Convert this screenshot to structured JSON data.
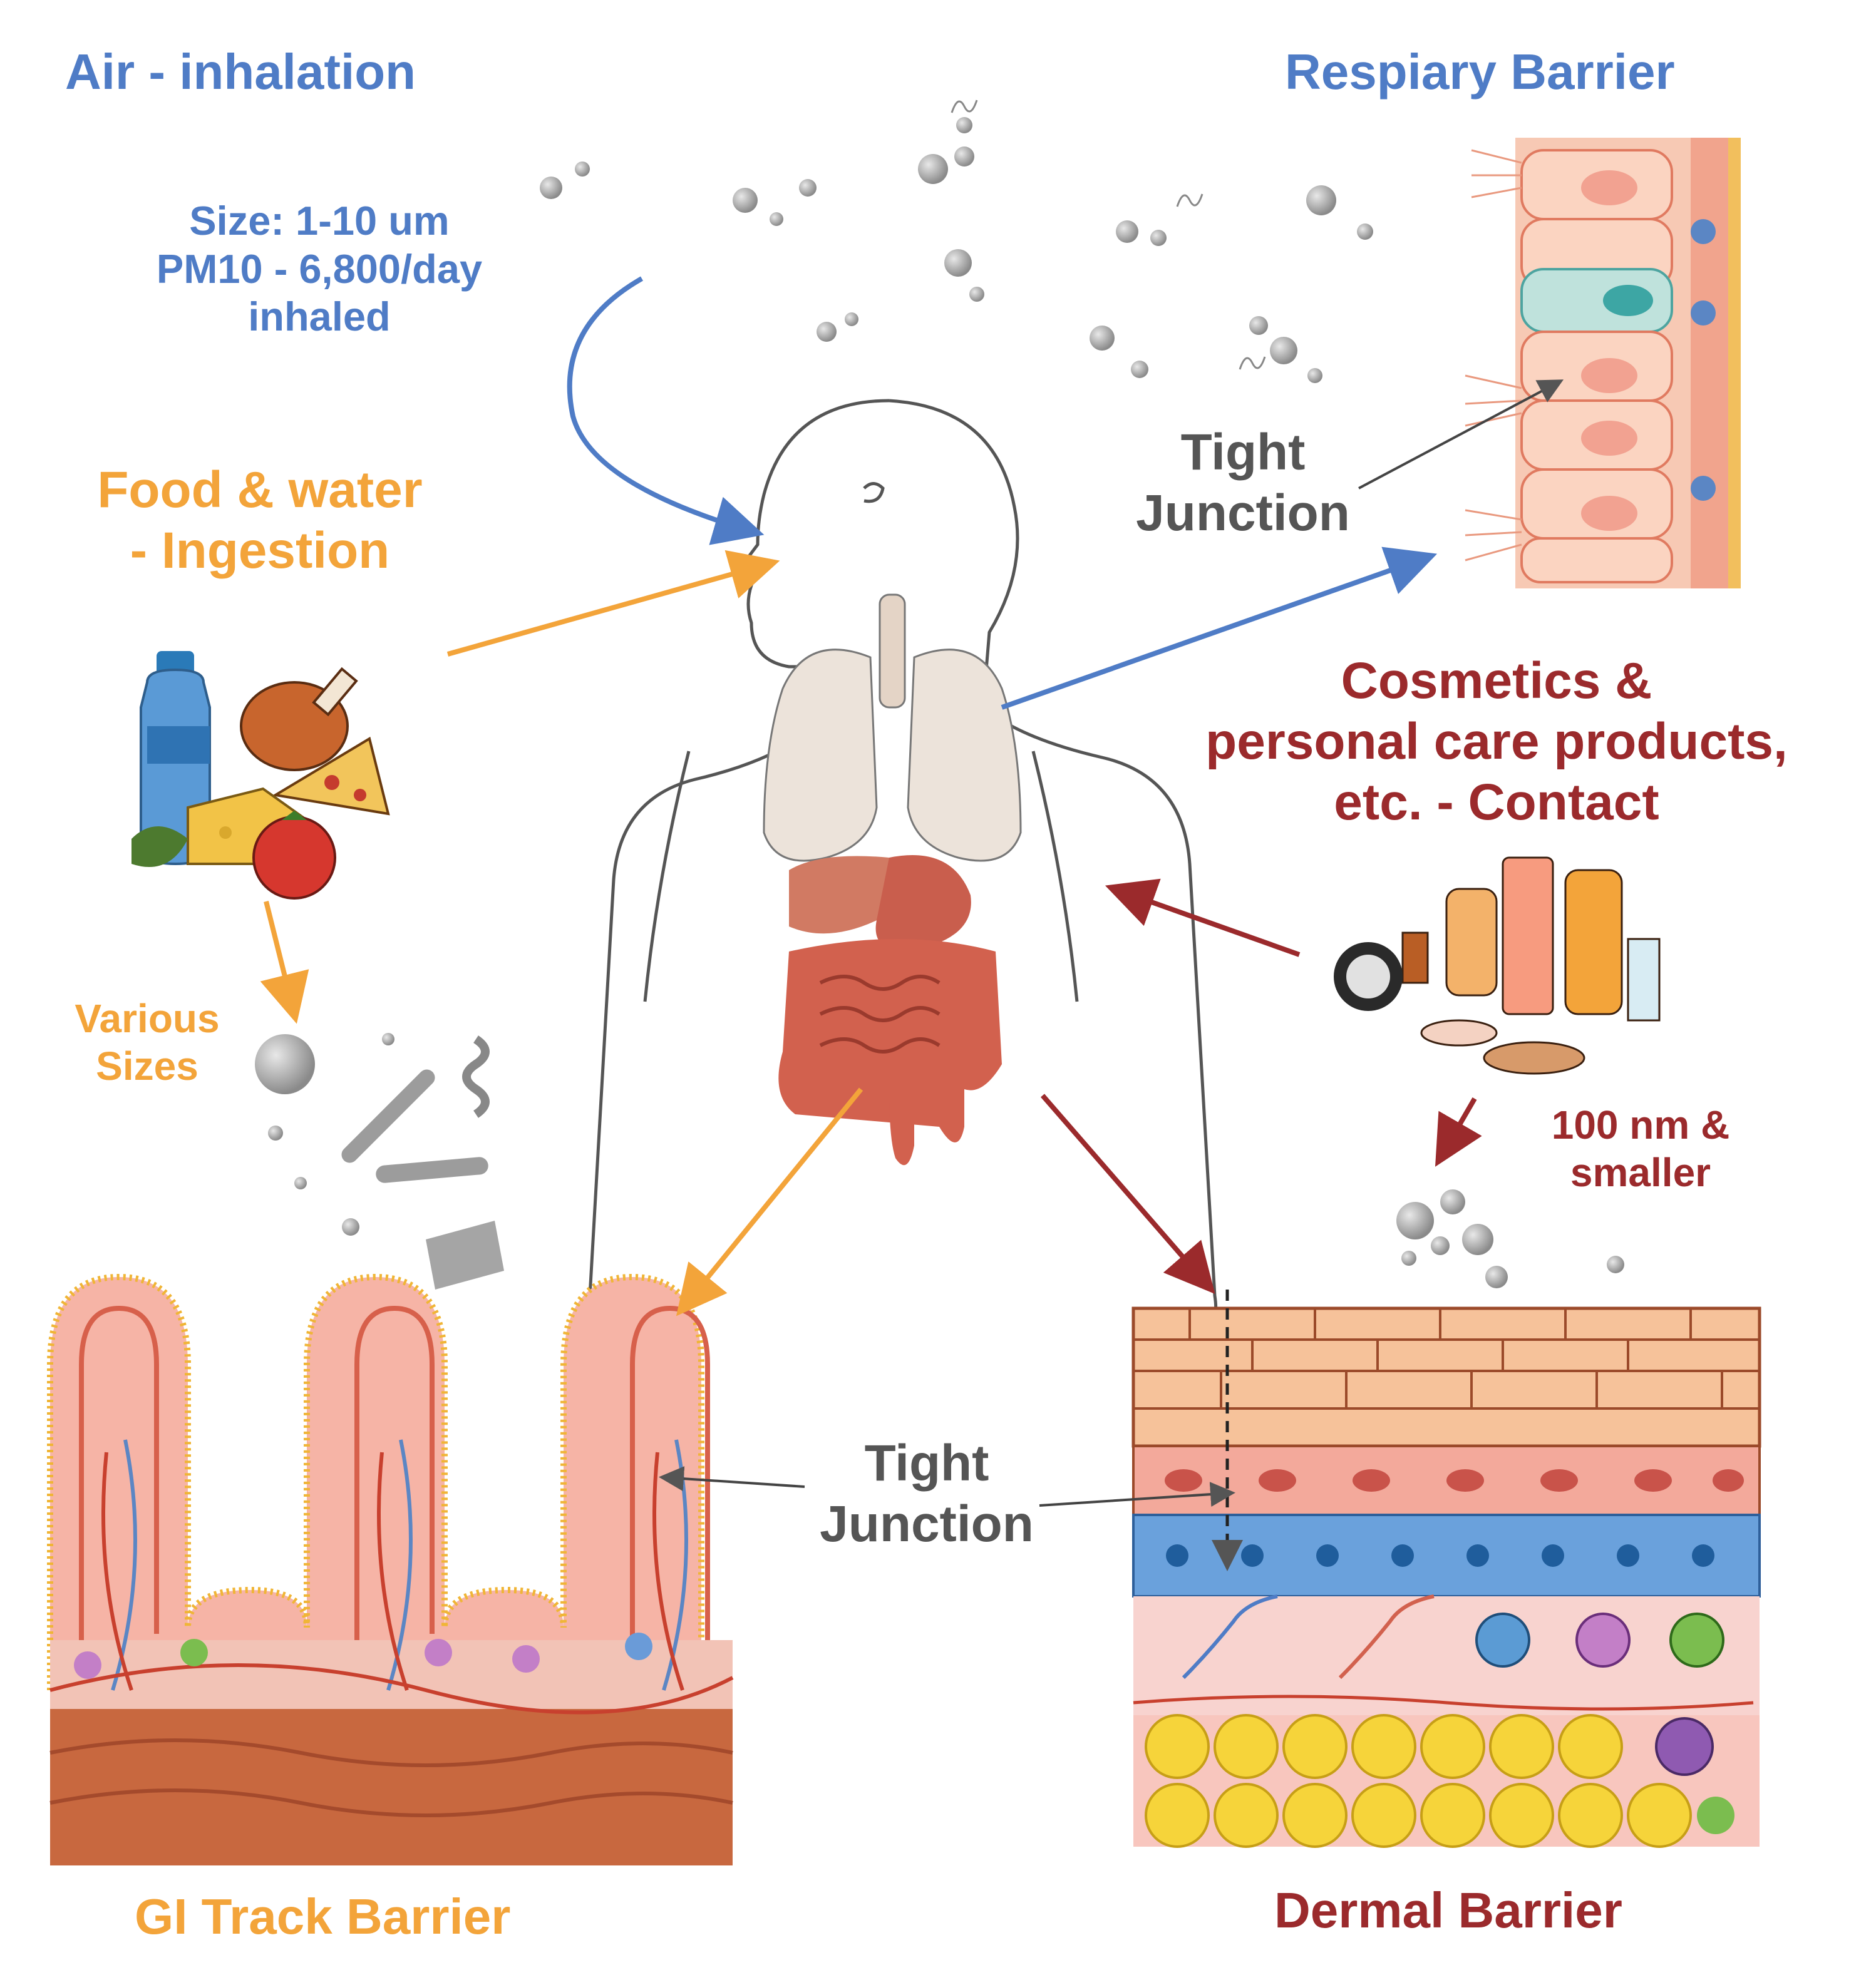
{
  "routes": {
    "air": {
      "title": "Air - inhalation",
      "detail_line1": "Size: 1-10 um",
      "detail_line2": "PM10 - 6,800/day",
      "detail_line3": "inhaled",
      "color": "#4f7cc6"
    },
    "ingestion": {
      "title_line1": "Food & water",
      "title_line2": "- Ingestion",
      "detail_line1": "Various",
      "detail_line2": "Sizes",
      "color": "#f3a43a"
    },
    "contact": {
      "title_line1": "Cosmetics &",
      "title_line2": "personal care products,",
      "title_line3": "etc. - Contact",
      "detail_line1": "100 nm &",
      "detail_line2": "smaller",
      "color": "#9b2a2c"
    }
  },
  "barriers": {
    "respiratory": {
      "title": "Respiary Barrier",
      "junction_line1": "Tight",
      "junction_line2": "Junction"
    },
    "gi": {
      "title": "GI Track Barrier"
    },
    "dermal": {
      "title": "Dermal Barrier"
    },
    "shared_junction": {
      "line1": "Tight",
      "line2": "Junction"
    }
  },
  "icons": [
    "human-body-outline",
    "lungs-icon",
    "stomach-icon",
    "intestine-icon",
    "water-bottle-icon",
    "chicken-leg-icon",
    "pizza-slice-icon",
    "cheese-icon",
    "tomato-icon",
    "cosmetics-bottles-icon",
    "compact-mirror-icon",
    "microplastic-particles"
  ]
}
